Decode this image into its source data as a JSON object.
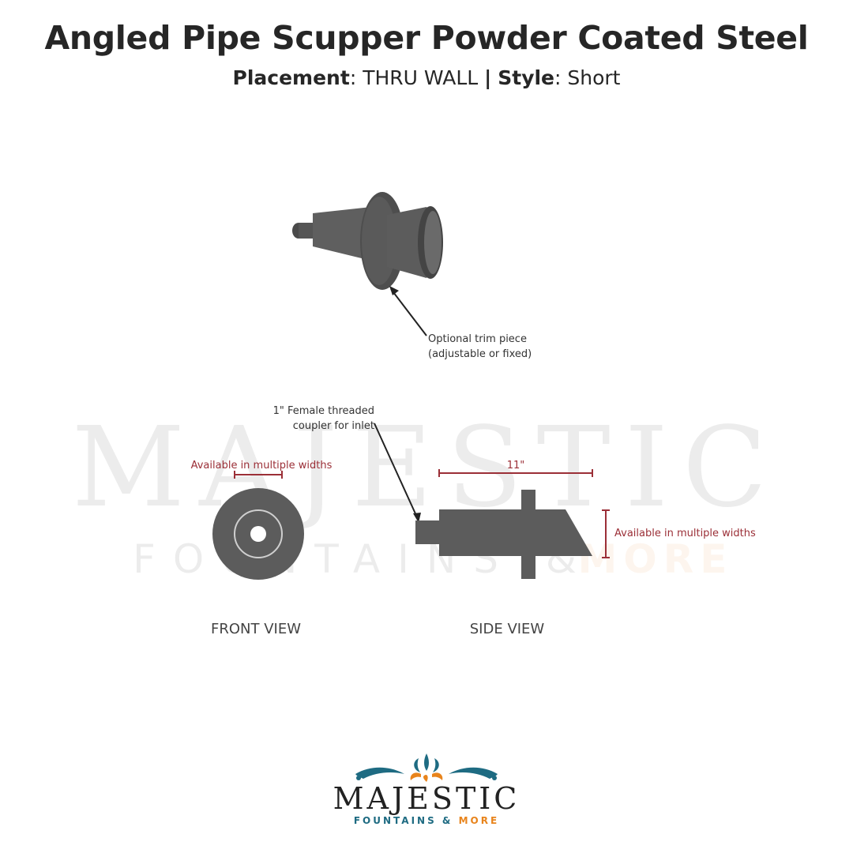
{
  "header": {
    "title": "Angled Pipe Scupper Powder Coated Steel",
    "placement_label": "Placement",
    "placement_value": "THRU WALL",
    "separator": "|",
    "style_label": "Style",
    "style_value": "Short"
  },
  "callouts": {
    "trim_line1": "Optional trim piece",
    "trim_line2": "(adjustable or fixed)",
    "coupler_line1": "1\" Female threaded",
    "coupler_line2": "coupler for inlet",
    "front_width": "Available in multiple widths",
    "length": "11\"",
    "side_width": "Available in multiple widths"
  },
  "views": {
    "front": "FRONT VIEW",
    "side": "SIDE VIEW"
  },
  "watermark": {
    "word": "MAJESTIC",
    "sub_left": "FOUNTAINS &",
    "sub_right": "MORE"
  },
  "logo": {
    "word": "MAJESTIC",
    "sub": "FOUNTAINS &",
    "sub_accent": "MORE"
  },
  "colors": {
    "product": "#5c5c5c",
    "dimension": "#9b2f37",
    "logo_teal": "#1e6b82",
    "logo_orange": "#e8841c"
  }
}
